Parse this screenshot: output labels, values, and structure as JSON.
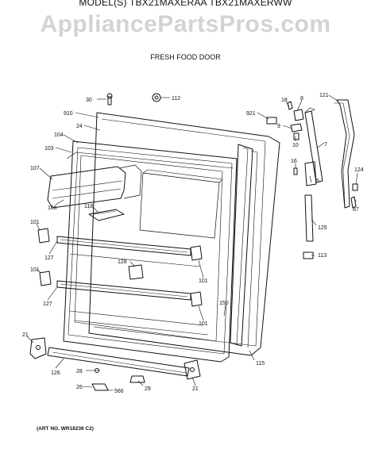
{
  "header": {
    "model_line": "MODEL(S) TBX21MAXERAA  TBX21MAXERWW",
    "watermark": "AppliancePartsPros.com",
    "subtitle": "FRESH FOOD DOOR"
  },
  "footer": {
    "art_no": "(ART NO. WR18236 C2)"
  },
  "part_labels": [
    "30",
    "112",
    "910",
    "24",
    "921",
    "18",
    "8",
    "121",
    "104",
    "9",
    "103",
    "10",
    "7",
    "107",
    "16",
    "5",
    "124",
    "106",
    "118",
    "87",
    "101",
    "125",
    "127",
    "113",
    "128",
    "101",
    "101",
    "127",
    "150",
    "101",
    "21",
    "115",
    "126",
    "28",
    "29",
    "26",
    "566",
    "21"
  ]
}
